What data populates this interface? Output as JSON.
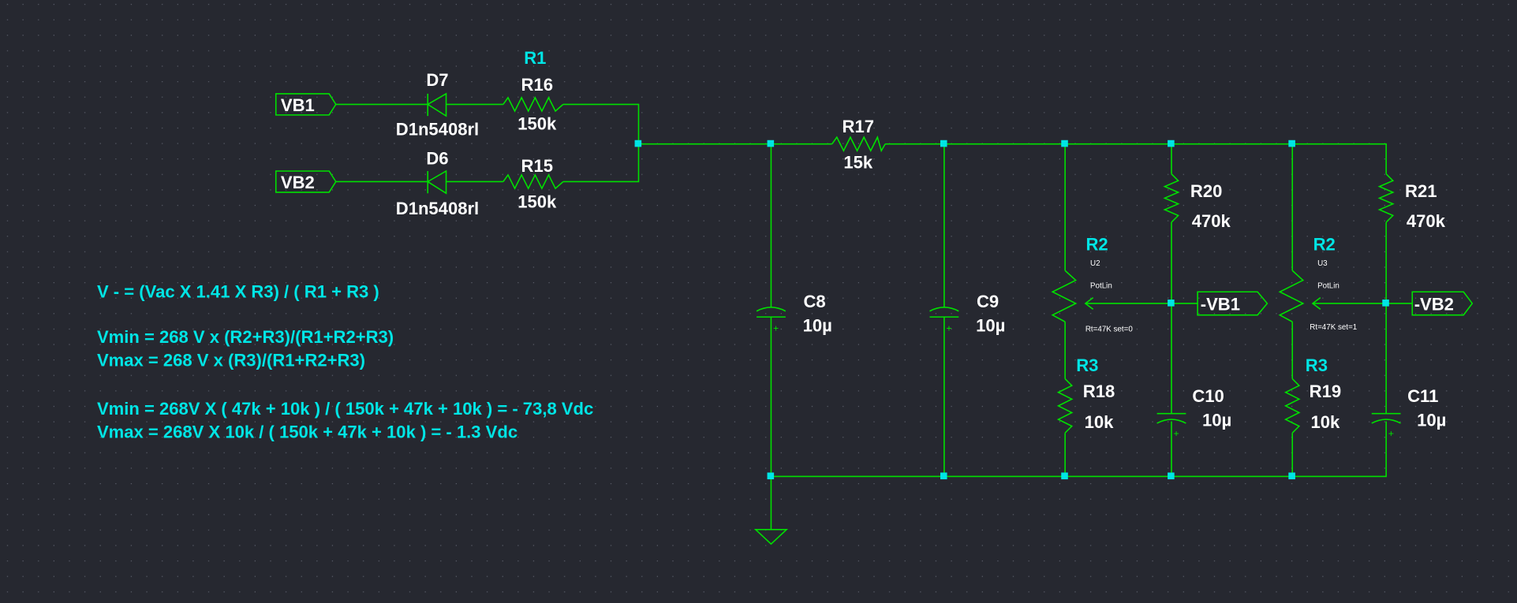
{
  "colors": {
    "background": "#262830",
    "wire": "#00e000",
    "junction": "#00e5e5",
    "label": "#ffffff",
    "annotation": "#00e5e5"
  },
  "ports": {
    "vb1": "VB1",
    "vb2": "VB2",
    "neg_vb1": "-VB1",
    "neg_vb2": "-VB2"
  },
  "components": {
    "d7": {
      "ref": "D7",
      "value": "D1n5408rl"
    },
    "d6": {
      "ref": "D6",
      "value": "D1n5408rl"
    },
    "r16": {
      "alias": "R1",
      "ref": "R16",
      "value": "150k"
    },
    "r15": {
      "ref": "R15",
      "value": "150k"
    },
    "r17": {
      "ref": "R17",
      "value": "15k"
    },
    "c8": {
      "ref": "C8",
      "value": "10µ"
    },
    "c9": {
      "ref": "C9",
      "value": "10µ"
    },
    "u2": {
      "alias": "R2",
      "ref": "U2",
      "model": "PotLin",
      "params": "Rt=47K set=0"
    },
    "u3": {
      "alias": "R2",
      "ref": "U3",
      "model": "PotLin",
      "params": "Rt=47K set=1"
    },
    "r18": {
      "alias": "R3",
      "ref": "R18",
      "value": "10k"
    },
    "r19": {
      "alias": "R3",
      "ref": "R19",
      "value": "10k"
    },
    "r20": {
      "ref": "R20",
      "value": "470k"
    },
    "r21": {
      "ref": "R21",
      "value": "470k"
    },
    "c10": {
      "ref": "C10",
      "value": "10µ"
    },
    "c11": {
      "ref": "C11",
      "value": "10µ"
    },
    "plus_sign": "+"
  },
  "equations": [
    "V - = (Vac X 1.41 X R3) / ( R1 + R3 )",
    "Vmin = 268 V x (R2+R3)/(R1+R2+R3)",
    "Vmax = 268 V x (R3)/(R1+R2+R3)",
    "Vmin = 268V X ( 47k + 10k ) / ( 150k + 47k + 10k ) = - 73,8 Vdc",
    "Vmax = 268V X 10k / ( 150k + 47k + 10k ) = - 1.3 Vdc"
  ]
}
